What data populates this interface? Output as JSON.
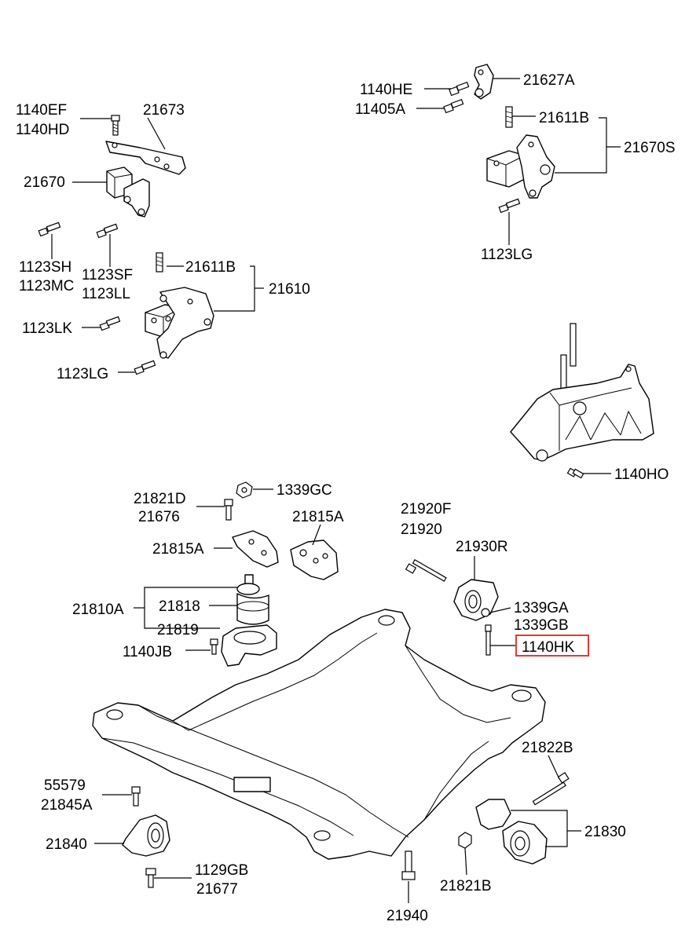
{
  "labels": {
    "p1140EF": "1140EF",
    "p1140HD": "1140HD",
    "p21673": "21673",
    "p21670": "21670",
    "p1123SH": "1123SH",
    "p1123MC": "1123MC",
    "p1123SF": "1123SF",
    "p1123LL": "1123LL",
    "p21611B_left": "21611B",
    "p21610": "21610",
    "p1123LK": "1123LK",
    "p1123LG_left": "1123LG",
    "p1140HE": "1140HE",
    "p11405A": "11405A",
    "p21627A": "21627A",
    "p21611B_right": "21611B",
    "p21670S": "21670S",
    "p1123LG_right": "1123LG",
    "p1140HO": "1140HO",
    "p1339GC": "1339GC",
    "p21821D": "21821D",
    "p21676": "21676",
    "p21815A_right": "21815A",
    "p21815A_left": "21815A",
    "p21810A": "21810A",
    "p21818": "21818",
    "p21819": "21819",
    "p1140JB": "1140JB",
    "p21920F": "21920F",
    "p21920": "21920",
    "p21930R": "21930R",
    "p1339GA": "1339GA",
    "p1339GB": "1339GB",
    "p1140HK": "1140HK",
    "p21822B": "21822B",
    "p21830": "21830",
    "p55579": "55579",
    "p21845A": "21845A",
    "p21840": "21840",
    "p1129GB": "1129GB",
    "p21677": "21677",
    "p21821B": "21821B",
    "p21940": "21940"
  },
  "highlight": {
    "label": "1140HK",
    "color": "#e53935"
  }
}
